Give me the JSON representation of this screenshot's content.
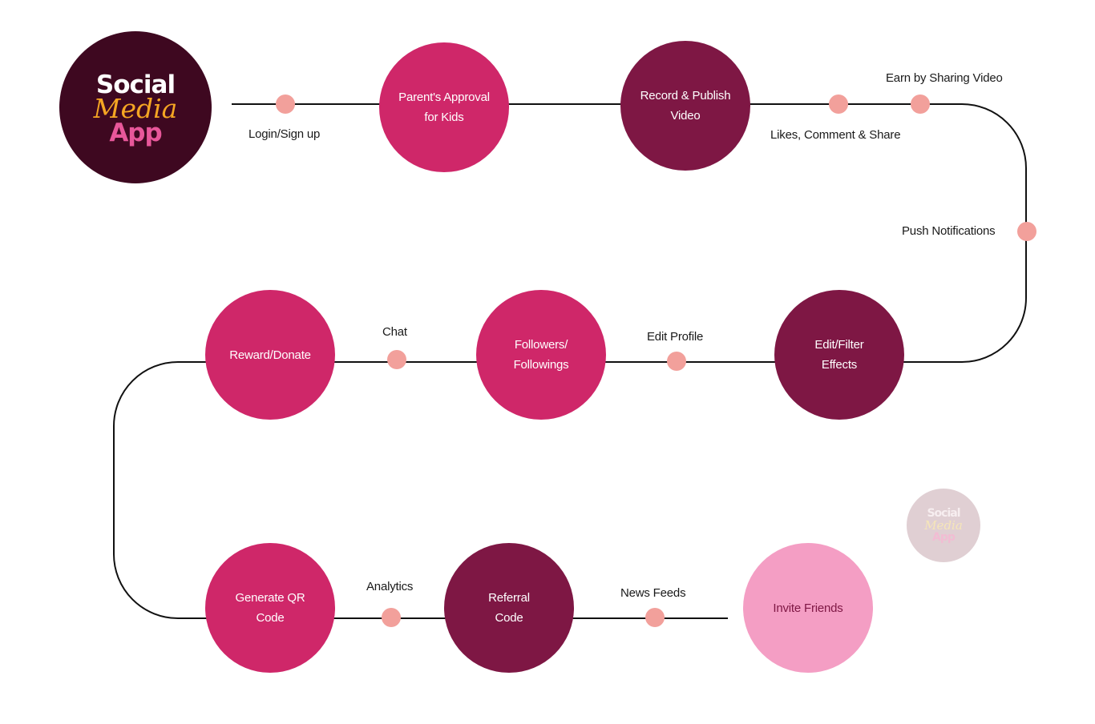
{
  "colors": {
    "line": "#111111",
    "dot": "#f2a09b",
    "logo_bg": "#3e0820",
    "magenta": "#cf2769",
    "plum": "#7e1744",
    "pink": "#f49ec4",
    "watermark_bg": "#e0cfd3"
  },
  "logo": {
    "line1": "Social",
    "line2": "Media",
    "line3": "App"
  },
  "watermark": {
    "line1": "Social",
    "line2": "Media",
    "line3": "App"
  },
  "nodes": {
    "parents_approval": "Parent's Approval\nfor Kids",
    "record_publish": "Record & Publish\nVideo",
    "edit_filter": "Edit/Filter\nEffects",
    "followers": "Followers/\nFollowings",
    "reward_donate": "Reward/Donate",
    "generate_qr": "Generate QR\nCode",
    "referral_code": "Referral\nCode",
    "invite_friends": "Invite Friends"
  },
  "labels": {
    "login": "Login/Sign up",
    "earn": "Earn by Sharing Video",
    "likes": "Likes, Comment & Share",
    "push": "Push Notifications",
    "edit_profile": "Edit Profile",
    "chat": "Chat",
    "analytics": "Analytics",
    "news_feeds": "News Feeds"
  }
}
